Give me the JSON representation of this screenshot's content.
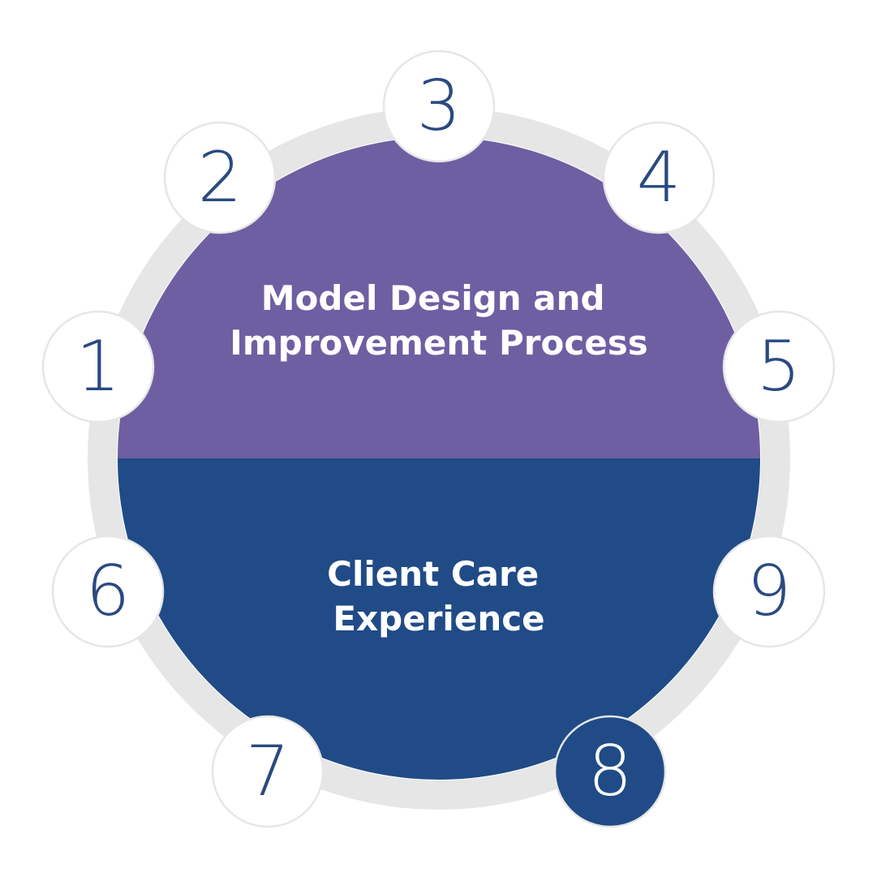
{
  "top_section": {
    "lines": [
      "Model Design and",
      "Improvement Process"
    ],
    "color": "#6e5fa2"
  },
  "bottom_section": {
    "lines": [
      "Client Care",
      "Experience"
    ],
    "color": "#204b87"
  },
  "ring_color": "#e6e6e6",
  "number_color": "#2a4a80",
  "highlight_color": "#204b87",
  "nodes": [
    {
      "label": "1",
      "highlighted": false
    },
    {
      "label": "2",
      "highlighted": false
    },
    {
      "label": "3",
      "highlighted": false
    },
    {
      "label": "4",
      "highlighted": false
    },
    {
      "label": "5",
      "highlighted": false
    },
    {
      "label": "6",
      "highlighted": false
    },
    {
      "label": "7",
      "highlighted": false
    },
    {
      "label": "8",
      "highlighted": true
    },
    {
      "label": "9",
      "highlighted": false
    }
  ]
}
